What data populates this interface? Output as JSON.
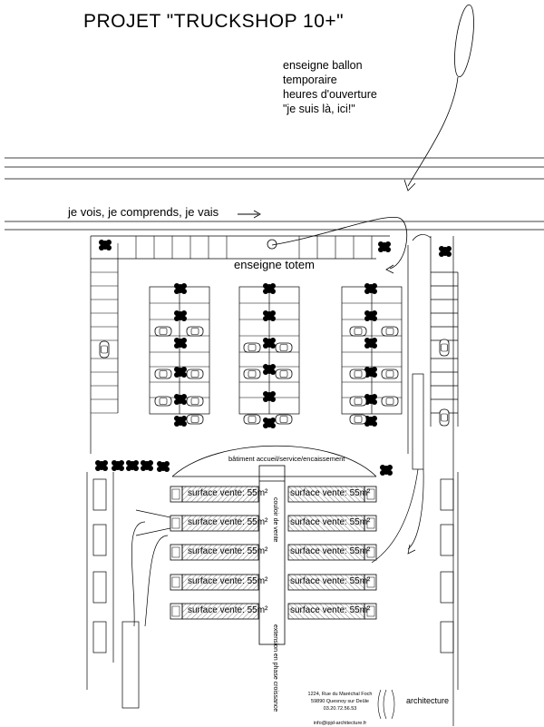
{
  "title": "PROJET \"TRUCKSHOP 10+\"",
  "balloon_note": [
    "enseigne ballon",
    "temporaire",
    "heures d'ouverture",
    "\"je suis là, ici!\""
  ],
  "slogan": "je vois, je comprends, je vais",
  "totem_label": "enseigne totem",
  "building_label": "bâtiment accueil/service/encaissement",
  "corridor_label": "couloir de vente",
  "extension_label": "extension en phase croissance",
  "sales_unit_label": "surface vente: 55m²",
  "address": [
    "1224, Rue du Maréchal Foch",
    "59890 Quesnoy sur Deûle",
    "03.20.72.56.53",
    "",
    "info@ipjd-architecture.fr"
  ],
  "firm_label": "architecture",
  "colors": {
    "ink": "#000000",
    "paper": "#ffffff",
    "hatch": "#555555"
  }
}
